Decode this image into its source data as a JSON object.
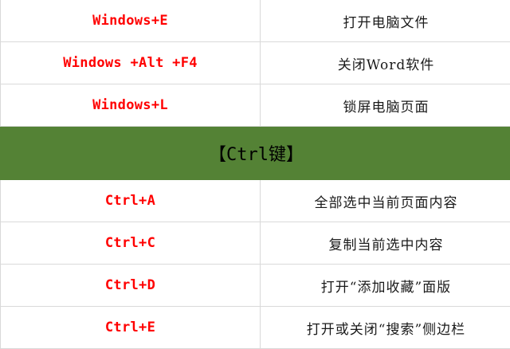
{
  "colors": {
    "key_text": "#ff0000",
    "section_bg": "#548235",
    "desc_text": "#1a1a1a",
    "grid": "#d9d9d9"
  },
  "rows_top": [
    {
      "key": "Windows+E",
      "desc": "打开电脑文件"
    },
    {
      "key": "Windows +Alt +F4",
      "desc": "关闭Word软件"
    },
    {
      "key": "Windows+L",
      "desc": "锁屏电脑页面"
    }
  ],
  "section": {
    "label": "【Ctrl键】"
  },
  "rows_bottom": [
    {
      "key": "Ctrl+A",
      "desc": "全部选中当前页面内容"
    },
    {
      "key": "Ctrl+C",
      "desc": "复制当前选中内容"
    },
    {
      "key": "Ctrl+D",
      "desc": "打开“添加收藏”面版"
    },
    {
      "key": "Ctrl+E",
      "desc": "打开或关闭“搜索”侧边栏"
    }
  ]
}
